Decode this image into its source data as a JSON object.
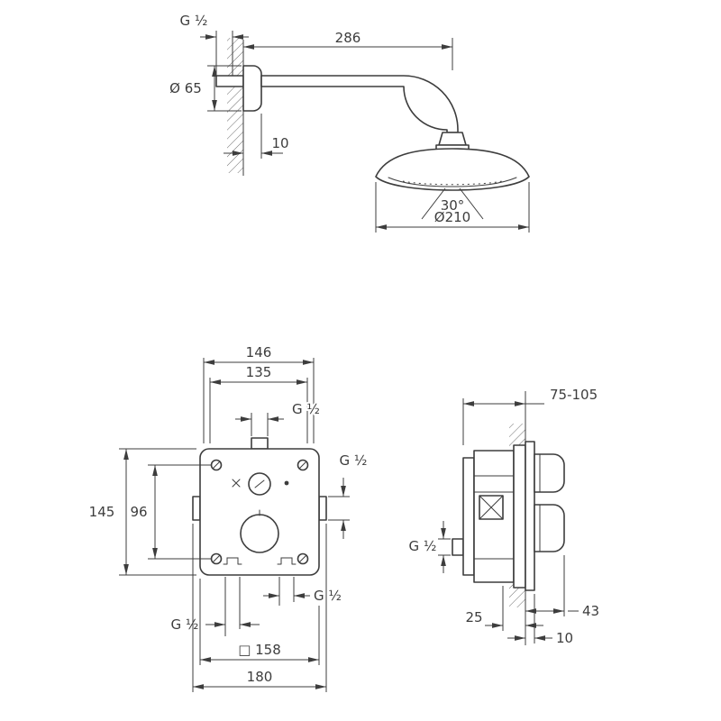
{
  "page": {
    "background": "#ffffff",
    "line_color": "#3d3d3d"
  },
  "views": {
    "head": {
      "name": "shower head and arm side view",
      "thread": "G ½",
      "arm_projection": "286",
      "flange_diameter": "Ø 65",
      "flange_offset": "10",
      "spray_angle": "30°",
      "head_diameter": "Ø210"
    },
    "valve_front": {
      "name": "concealed valve front view",
      "width_upper": "146",
      "width_inner": "135",
      "thread_top": "G ½",
      "thread_right": "G ½",
      "height_outer": "145",
      "height_inner": "96",
      "thread_bottom_left": "G ½",
      "thread_bottom_right": "G ½",
      "square_size": "□ 158",
      "width_overall": "180"
    },
    "valve_side": {
      "name": "concealed valve side view",
      "install_depth_range": "75-105",
      "thread_inlet": "G ½",
      "handle_projection": "43",
      "depth_front": "25",
      "trim_offset": "10"
    }
  }
}
